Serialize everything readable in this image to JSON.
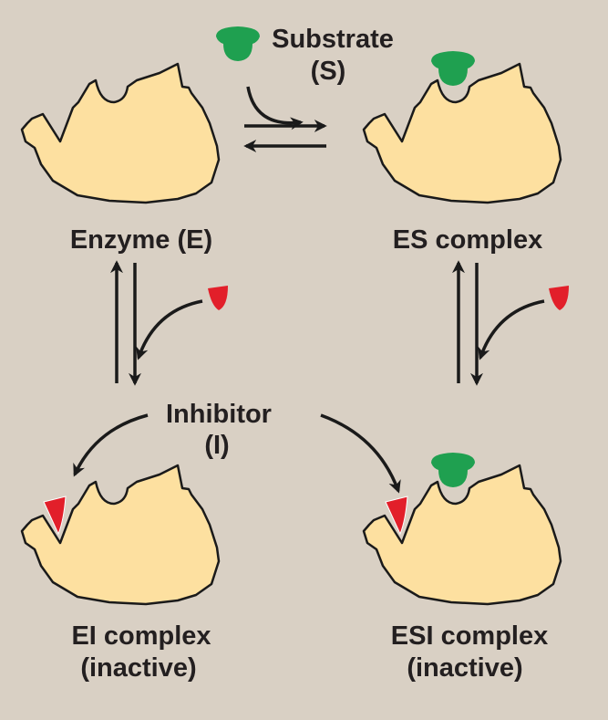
{
  "colors": {
    "background": "#d9d0c4",
    "enzyme": "#fde0a0",
    "substrate": "#1fa050",
    "inhibitor": "#e21f2a",
    "ink": "#231f20"
  },
  "labels": {
    "substrate": "Substrate",
    "substrate_symbol": "(S)",
    "enzyme": "Enzyme (E)",
    "es_complex": "ES complex",
    "inhibitor": "Inhibitor",
    "inhibitor_symbol": "(I)",
    "ei_complex": "EI complex",
    "ei_state": "(inactive)",
    "esi_complex": "ESI complex",
    "esi_state": "(inactive)"
  }
}
